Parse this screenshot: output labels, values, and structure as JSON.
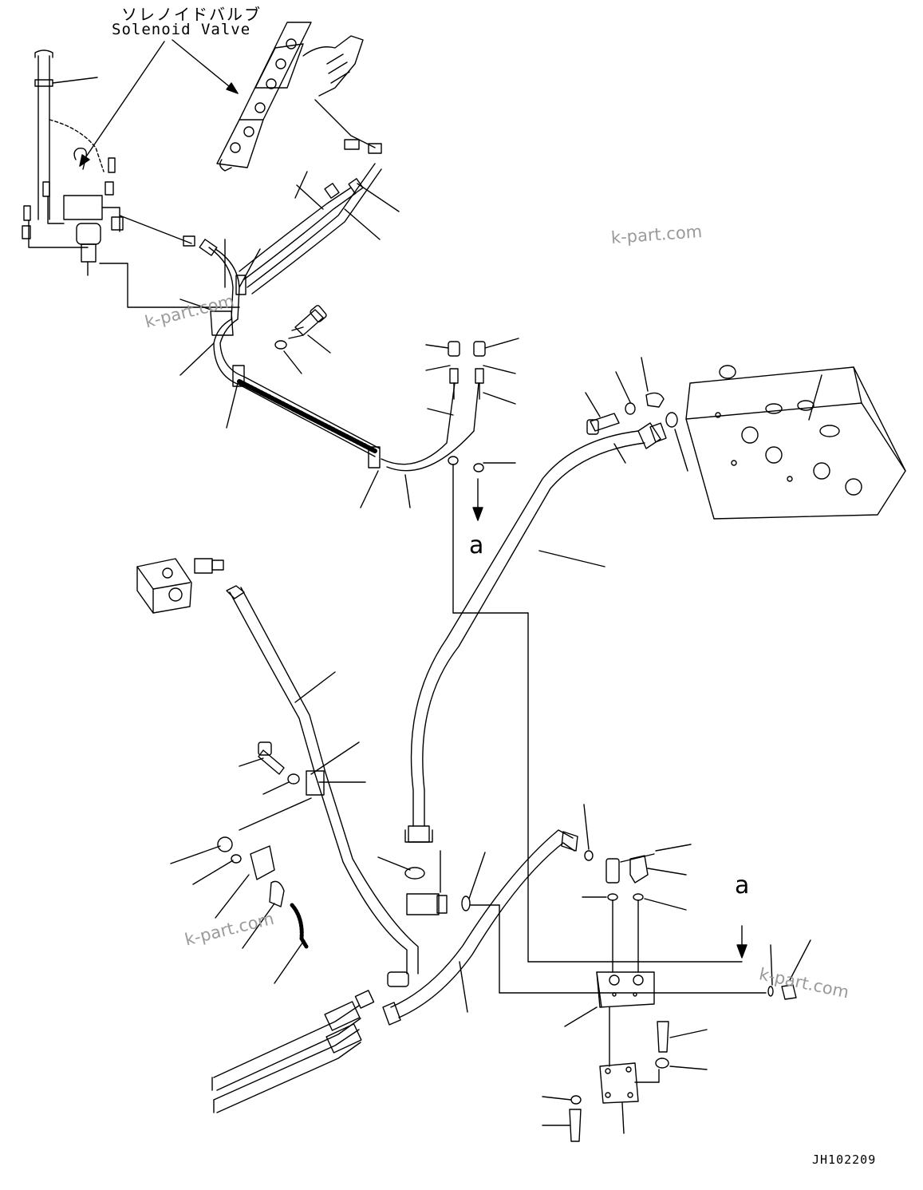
{
  "callout": {
    "title_jp": "ソレノイドバルブ",
    "title_en": "Solenoid Valve"
  },
  "watermarks": [
    "k-part.com",
    "k-part.com",
    "k-part.com",
    "k-part.com"
  ],
  "view_markers": [
    "a",
    "a"
  ],
  "drawing_code": "JH102209",
  "colors": {
    "line": "#000000",
    "watermark": "#9a9a9a",
    "background": "#ffffff"
  }
}
